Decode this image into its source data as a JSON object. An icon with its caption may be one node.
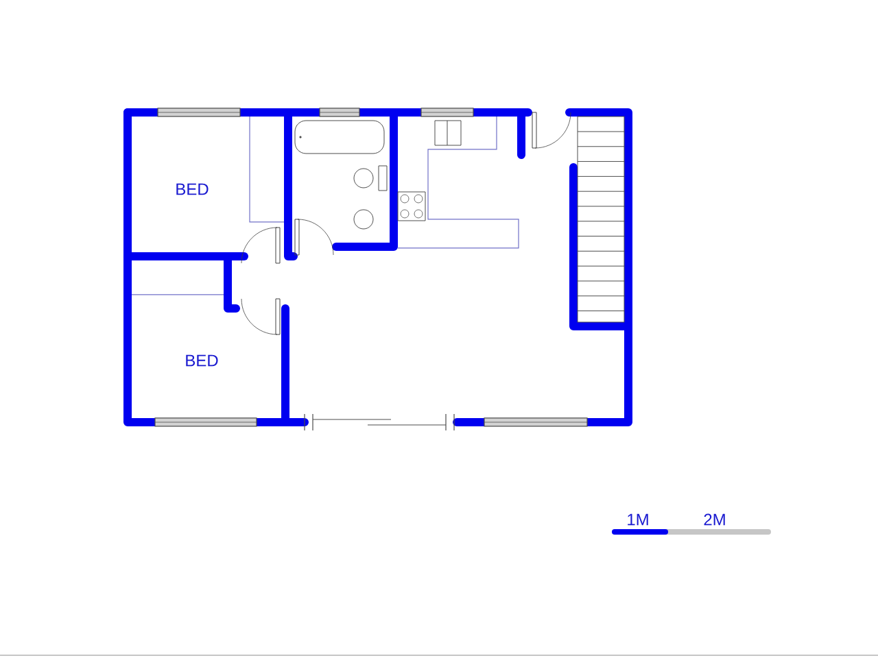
{
  "diagram": {
    "labels": [
      "BED",
      "BED",
      "1M",
      "2M"
    ]
  }
}
